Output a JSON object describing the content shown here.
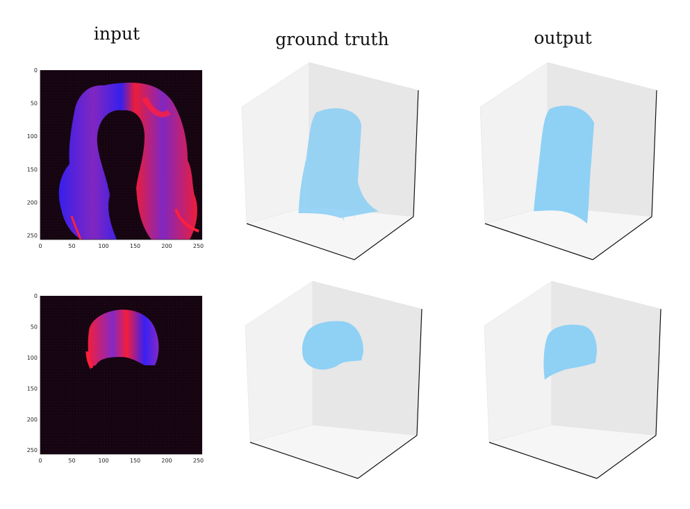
{
  "columns": {
    "input": "input",
    "ground_truth": "ground truth",
    "output": "output"
  },
  "input_plot": {
    "x_ticks": [
      "0",
      "50",
      "100",
      "150",
      "200",
      "250"
    ],
    "y_ticks": [
      "0",
      "50",
      "100",
      "150",
      "200",
      "250"
    ]
  },
  "colors": {
    "image_background": "#160511",
    "hair_red": "#ff1f3d",
    "hair_blue": "#3a22ff",
    "hair_purple": "#8a2ad0",
    "strand_blue": "#8fd0f5",
    "pane_left": "#f2f2f2",
    "pane_right": "#e7e7e7",
    "pane_floor": "#f6f6f6"
  }
}
